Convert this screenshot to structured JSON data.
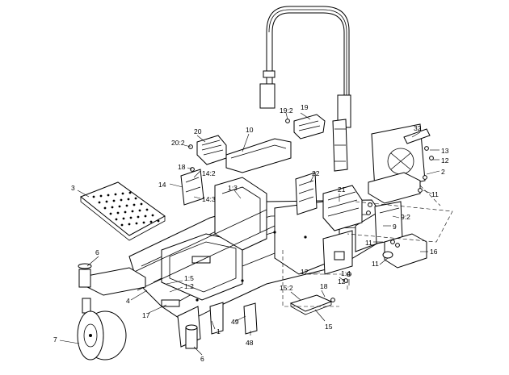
{
  "diagram": {
    "callouts": [
      {
        "id": "c32",
        "text": "32"
      },
      {
        "id": "c13",
        "text": "13"
      },
      {
        "id": "c12a",
        "text": "12"
      },
      {
        "id": "c2",
        "text": "2"
      },
      {
        "id": "c11a",
        "text": "11"
      },
      {
        "id": "c19",
        "text": "19"
      },
      {
        "id": "c192",
        "text": "19:2"
      },
      {
        "id": "c10",
        "text": "10"
      },
      {
        "id": "c20",
        "text": "20"
      },
      {
        "id": "c202",
        "text": "20:2"
      },
      {
        "id": "c18a",
        "text": "18"
      },
      {
        "id": "c142",
        "text": "14:2"
      },
      {
        "id": "c14",
        "text": "14"
      },
      {
        "id": "c143",
        "text": "14:3"
      },
      {
        "id": "c13b",
        "text": "1:3"
      },
      {
        "id": "c22",
        "text": "22"
      },
      {
        "id": "c21",
        "text": "21"
      },
      {
        "id": "c92",
        "text": "9:2"
      },
      {
        "id": "c9",
        "text": "9"
      },
      {
        "id": "c11b",
        "text": "11"
      },
      {
        "id": "c11c",
        "text": "11"
      },
      {
        "id": "c16",
        "text": "16"
      },
      {
        "id": "c3",
        "text": "3"
      },
      {
        "id": "c6a",
        "text": "6"
      },
      {
        "id": "c15b",
        "text": "1:5"
      },
      {
        "id": "c12b",
        "text": "1:2"
      },
      {
        "id": "c4",
        "text": "4"
      },
      {
        "id": "c17",
        "text": "17"
      },
      {
        "id": "c1",
        "text": "1"
      },
      {
        "id": "c49",
        "text": "49"
      },
      {
        "id": "c48",
        "text": "48"
      },
      {
        "id": "c7",
        "text": "7"
      },
      {
        "id": "c6b",
        "text": "6"
      },
      {
        "id": "c152",
        "text": "15:2"
      },
      {
        "id": "c18b",
        "text": "18"
      },
      {
        "id": "c15",
        "text": "15"
      },
      {
        "id": "c12c",
        "text": "12"
      },
      {
        "id": "c14b",
        "text": "1:4"
      },
      {
        "id": "c12d",
        "text": "12"
      }
    ]
  }
}
